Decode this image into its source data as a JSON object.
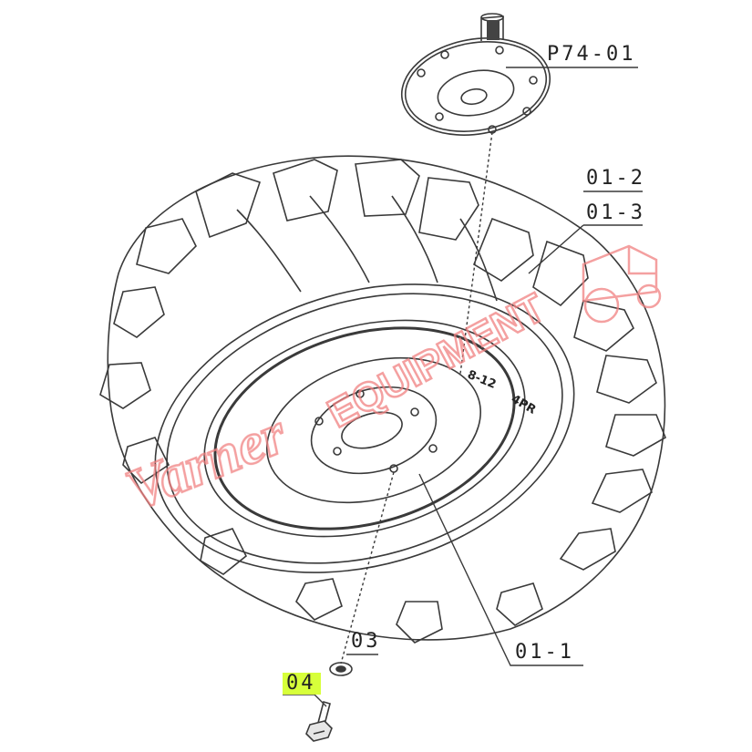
{
  "callouts": {
    "hub": "P74-01",
    "tire_a": "01-2",
    "tire_b": "01-3",
    "rim": "01-1",
    "washer": "03",
    "bolt": "04"
  },
  "sidewall_text": {
    "size": "8-12",
    "ply": "4PR"
  },
  "watermark": {
    "script": "Varner",
    "block": "EQUIPMENT"
  },
  "colors": {
    "line": "#3a3a3a",
    "highlight": "#d7ff3a",
    "watermark": "#f08080"
  }
}
